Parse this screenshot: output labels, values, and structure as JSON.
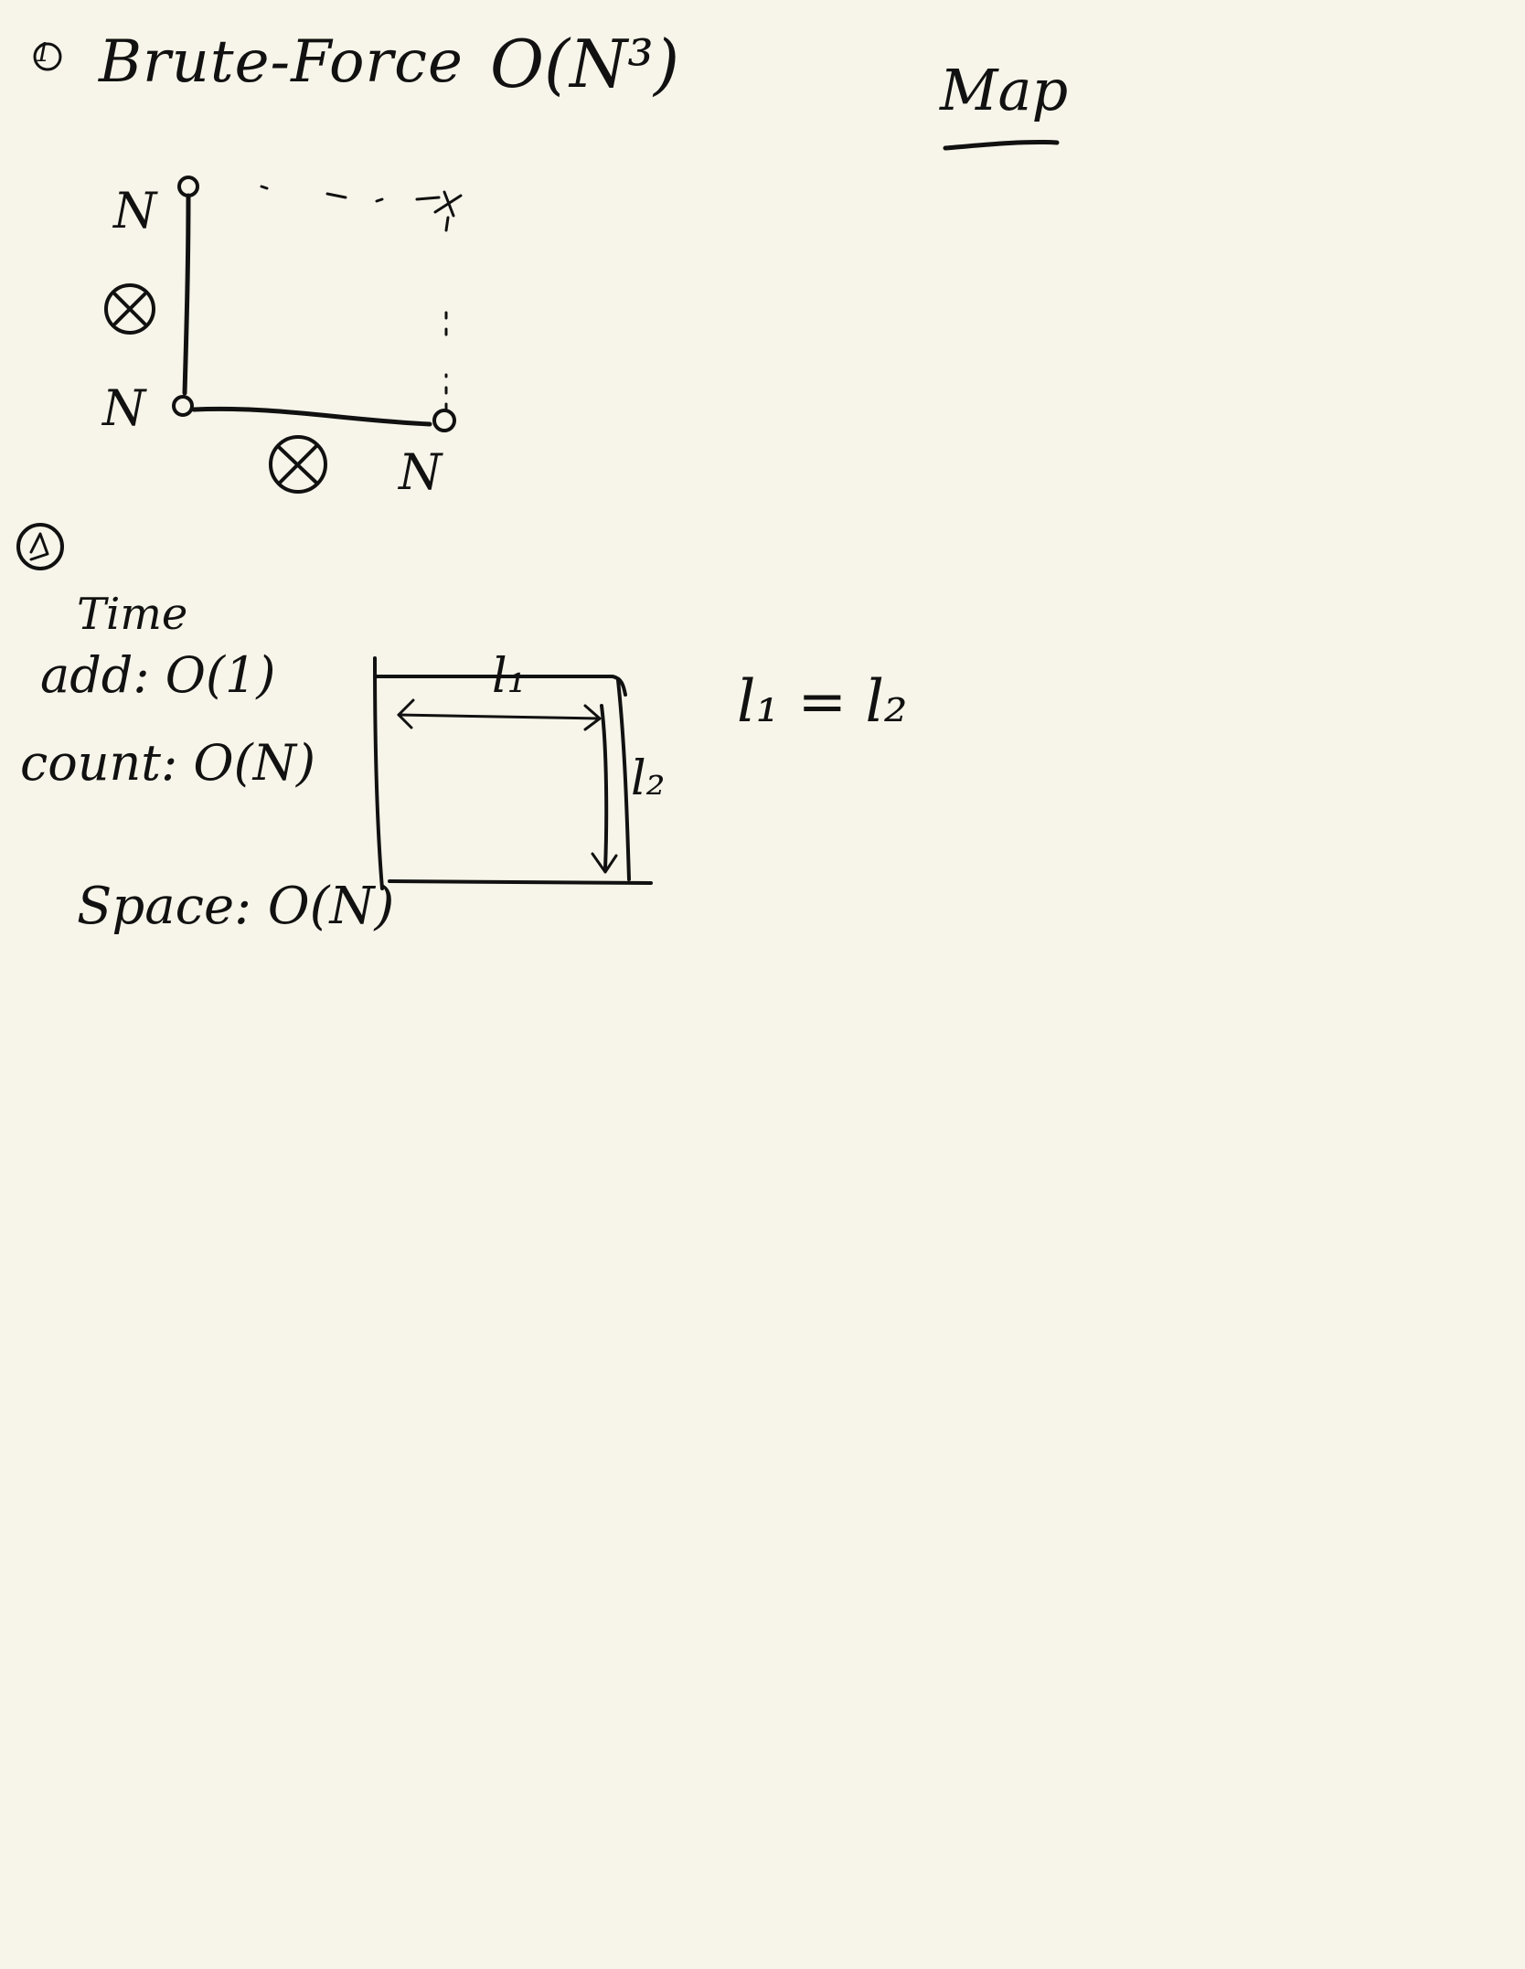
{
  "sections": [
    {
      "number": "1",
      "title": "Brute-Force",
      "complexity": "O(N³)",
      "diagram": {
        "axis_labels": [
          "N",
          "N",
          "N"
        ],
        "operators": [
          "⊗",
          "⊗"
        ]
      }
    },
    {
      "number": "2",
      "time_heading": "Time",
      "add": "add: O(1)",
      "count": "count: O(N)",
      "space": "Space: O(N)",
      "diagram": {
        "l1": "l₁",
        "l2": "l₂",
        "equation": "l₁ = l₂"
      }
    }
  ],
  "side_note": "Map"
}
